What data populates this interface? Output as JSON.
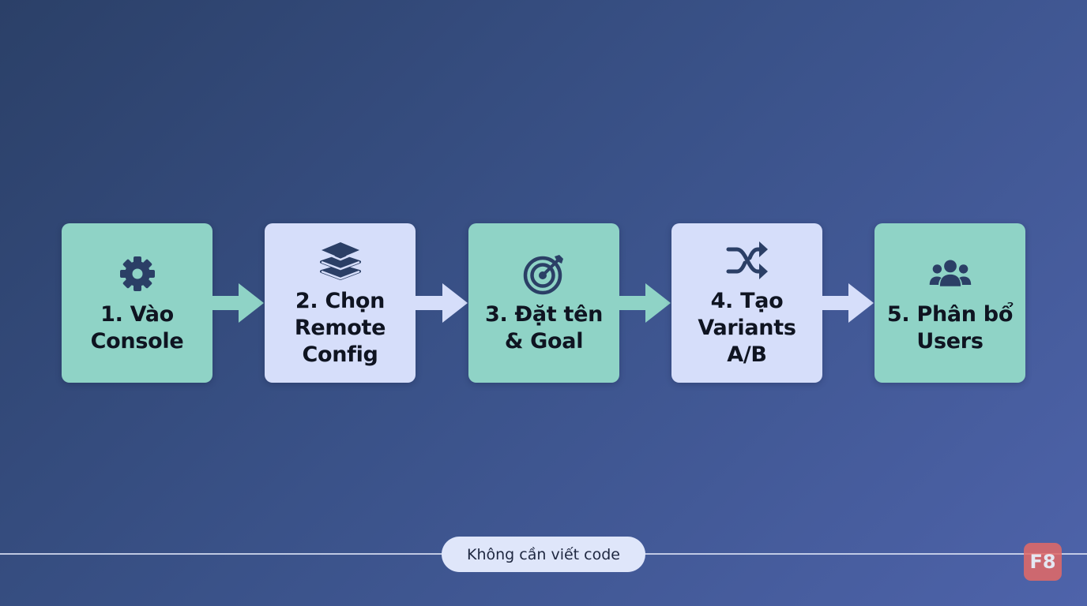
{
  "colors": {
    "step_green": "#8fd3c6",
    "step_lavender": "#d6defa",
    "arrow_green": "#8fd3c6",
    "arrow_lavender": "#d6defa",
    "icon": "#2b3f66",
    "logo": "#e46a66"
  },
  "steps": [
    {
      "label": "1. Vào\nConsole",
      "icon": "gear-icon"
    },
    {
      "label": "2. Chọn\nRemote\nConfig",
      "icon": "layers-icon"
    },
    {
      "label": "3. Đặt tên\n& Goal",
      "icon": "target-icon"
    },
    {
      "label": "4. Tạo\nVariants\nA/B",
      "icon": "shuffle-icon"
    },
    {
      "label": "5. Phân bổ\nUsers",
      "icon": "users-icon"
    }
  ],
  "footer": {
    "pill_text": "Không cần viết code",
    "logo_text": "F8"
  }
}
